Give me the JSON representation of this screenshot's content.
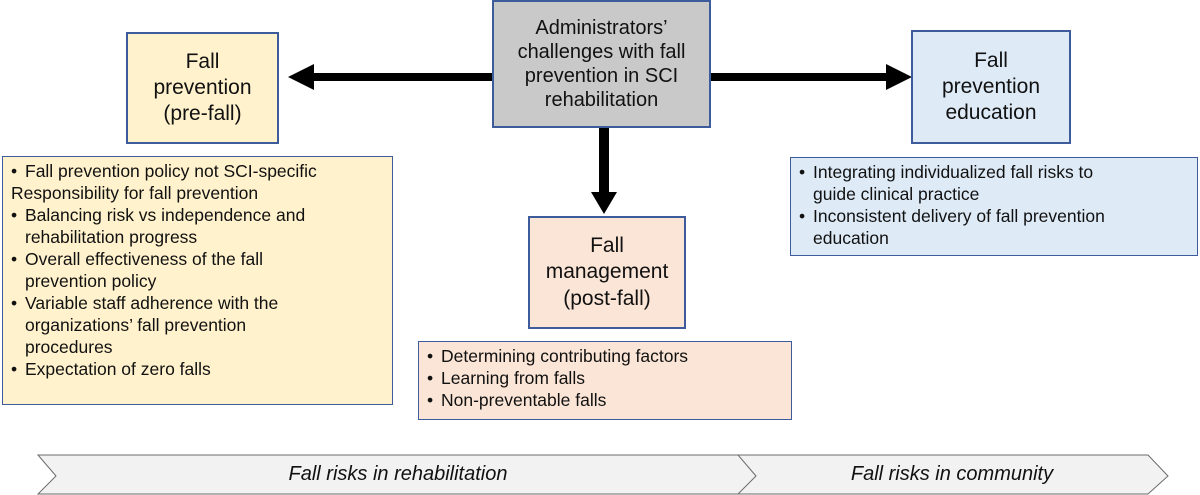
{
  "center": {
    "title_lines": [
      "Administrators’",
      "challenges with fall",
      "prevention in SCI",
      "rehabilitation"
    ]
  },
  "prevention": {
    "title_lines": [
      "Fall",
      "prevention",
      "(pre-fall)"
    ],
    "items": [
      [
        "Fall prevention policy not SCI-specific",
        "Responsibility for fall prevention"
      ],
      [
        "Balancing risk vs independence and",
        "rehabilitation progress"
      ],
      [
        "Overall effectiveness of the fall",
        "prevention policy"
      ],
      [
        "Variable staff adherence with the",
        "organizations’ fall prevention",
        "procedures"
      ],
      [
        "Expectation of zero falls"
      ]
    ]
  },
  "management": {
    "title_lines": [
      "Fall",
      "management",
      "(post-fall)"
    ],
    "items": [
      [
        "Determining contributing factors"
      ],
      [
        "Learning from falls"
      ],
      [
        "Non-preventable falls"
      ]
    ]
  },
  "education": {
    "title_lines": [
      "Fall",
      "prevention",
      "education"
    ],
    "items": [
      [
        "Integrating individualized fall risks to",
        "guide clinical practice"
      ],
      [
        "Inconsistent delivery of fall prevention",
        "education"
      ]
    ]
  },
  "timeline": {
    "rehab_label": "Fall risks in rehabilitation",
    "community_label": "Fall risks in community"
  },
  "colors": {
    "yellow": "#fff2cc",
    "peach": "#fbe5d6",
    "blue": "#deebf7",
    "gray": "#c9c9c9",
    "border": "#3e5b9c"
  }
}
